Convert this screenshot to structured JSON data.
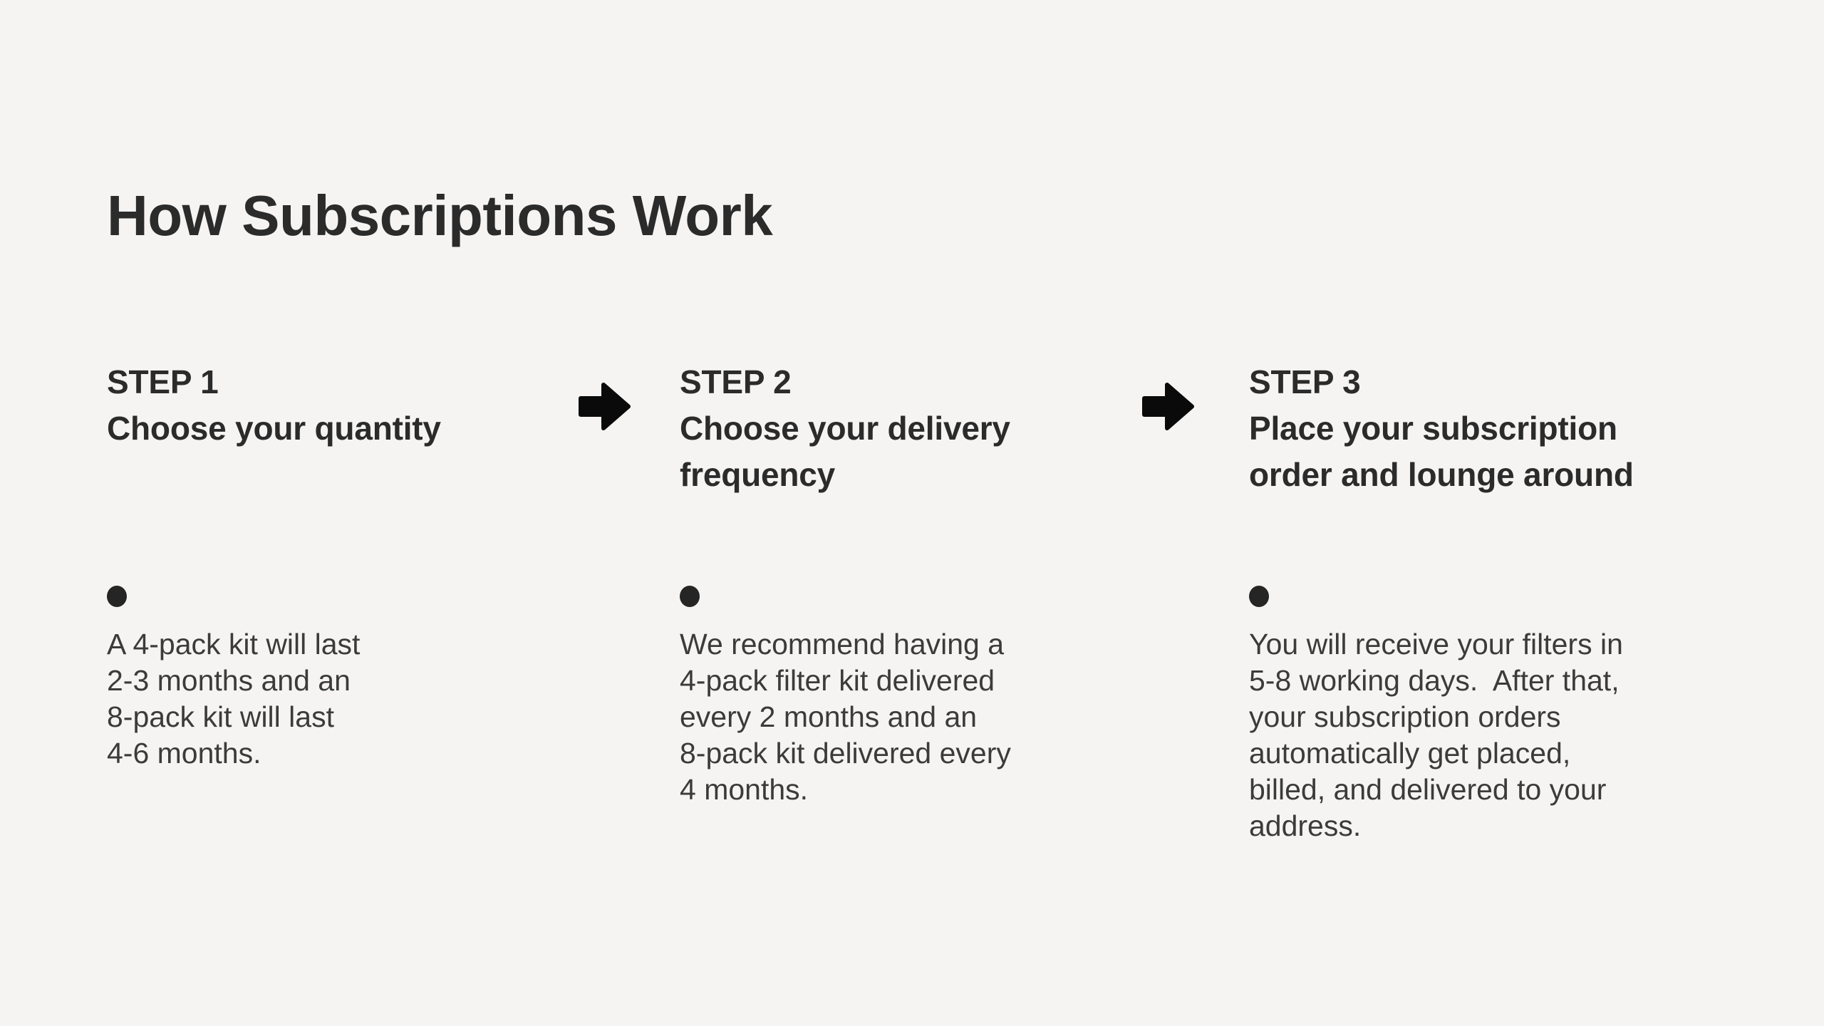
{
  "title": "How Subscriptions Work",
  "steps": [
    {
      "label": "STEP 1",
      "heading": "Choose your quantity",
      "body": "A 4-pack kit will last\n2-3 months and an\n8-pack kit will last\n4-6 months."
    },
    {
      "label": "STEP 2",
      "heading": "Choose your delivery\nfrequency",
      "body": "We recommend having a\n4-pack filter kit delivered\nevery 2 months and an\n8-pack kit delivered every\n4 months."
    },
    {
      "label": "STEP 3",
      "heading": "Place your subscription\norder and lounge around",
      "body": "You will receive your filters in\n5-8 working days.  After that,\nyour subscription orders\nautomatically get placed,\nbilled, and delivered to your\naddress."
    }
  ],
  "icons": {
    "between_steps": "arrow-right-icon",
    "list_marker": "bullet-dot-icon"
  },
  "colors": {
    "background": "#f5f4f3",
    "heading_text": "#2b2b2b",
    "body_text": "#3b3b3b",
    "icon": "#0a0a0a",
    "bullet": "#252525"
  }
}
